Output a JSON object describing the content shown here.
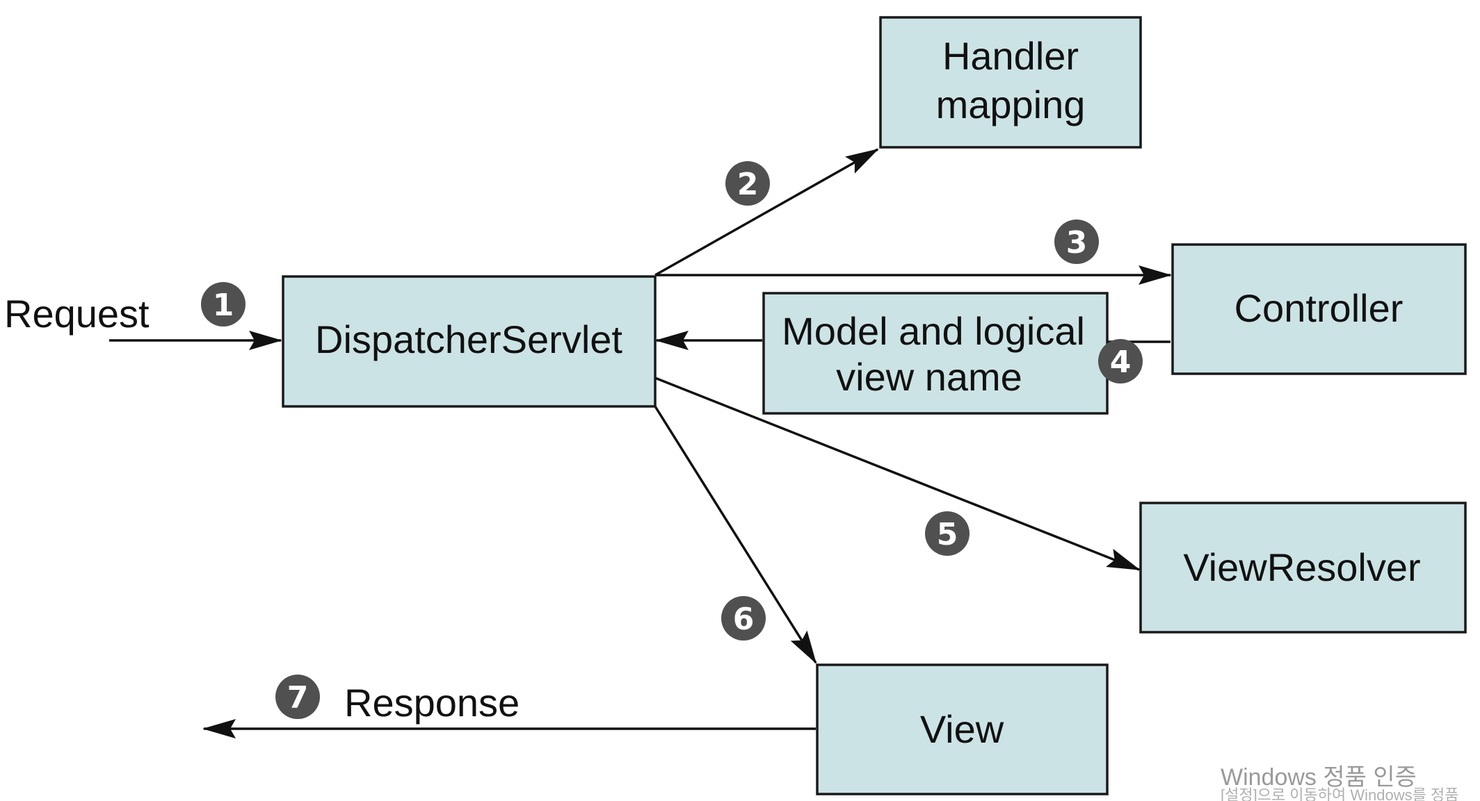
{
  "request_label": "Request",
  "response_label": "Response",
  "boxes": {
    "dispatcher": "DispatcherServlet",
    "handler_mapping": [
      "Handler",
      "mapping"
    ],
    "controller": "Controller",
    "model_view": [
      "Model and logical",
      "view name"
    ],
    "view_resolver": "ViewResolver",
    "view": "View"
  },
  "steps": [
    "1",
    "2",
    "3",
    "4",
    "5",
    "6",
    "7"
  ],
  "watermark": {
    "line1": "Windows 정품 인증",
    "line2": "[설정]으로 이동하여 Windows를 정품"
  },
  "colors": {
    "box_fill": "#cce3e5",
    "badge": "#505050"
  }
}
